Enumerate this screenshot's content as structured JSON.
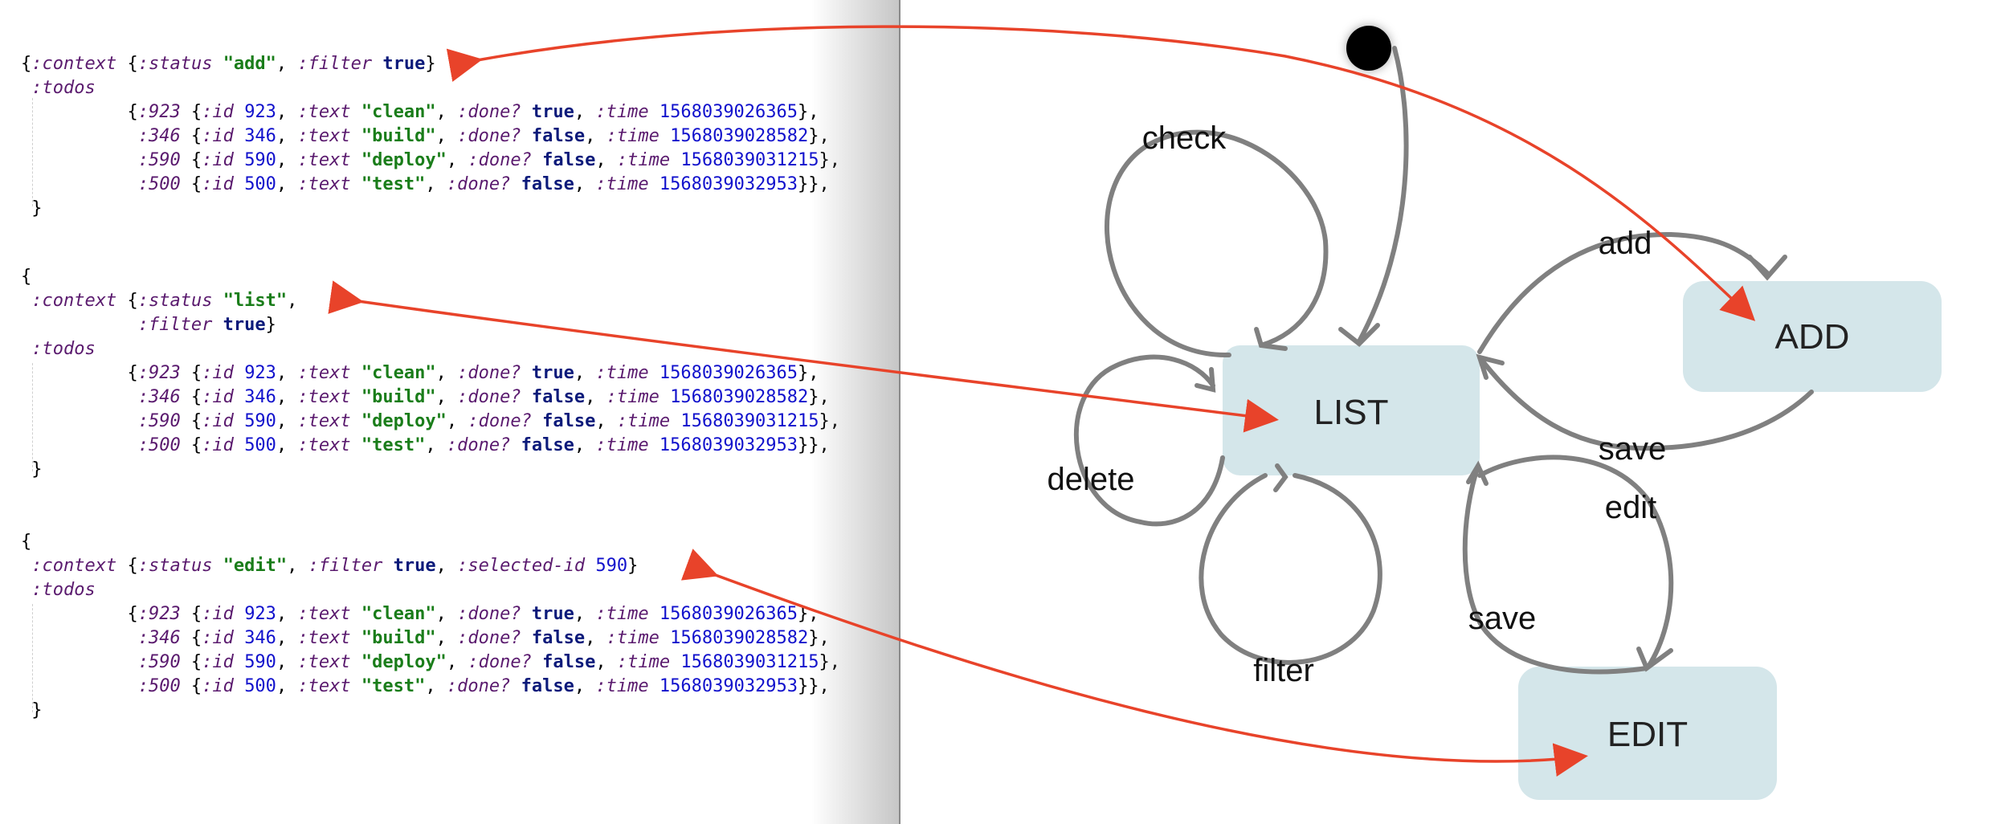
{
  "code_blocks": [
    {
      "name": "add",
      "lines": [
        [
          [
            "p",
            "{"
          ],
          [
            "k",
            ":context"
          ],
          [
            "p",
            " {"
          ],
          [
            "k",
            ":status"
          ],
          [
            "p",
            " "
          ],
          [
            "s",
            "\"add\""
          ],
          [
            "p",
            ", "
          ],
          [
            "k",
            ":filter"
          ],
          [
            "p",
            " "
          ],
          [
            "b",
            "true"
          ],
          [
            "p",
            "}"
          ]
        ],
        [
          [
            "p",
            " "
          ],
          [
            "k",
            ":todos"
          ]
        ],
        [
          [
            "p",
            "          {"
          ],
          [
            "k",
            ":923"
          ],
          [
            "p",
            " {"
          ],
          [
            "k",
            ":id"
          ],
          [
            "p",
            " "
          ],
          [
            "n",
            "923"
          ],
          [
            "p",
            ", "
          ],
          [
            "k",
            ":text"
          ],
          [
            "p",
            " "
          ],
          [
            "s",
            "\"clean\""
          ],
          [
            "p",
            ", "
          ],
          [
            "k",
            ":done?"
          ],
          [
            "p",
            " "
          ],
          [
            "b",
            "true"
          ],
          [
            "p",
            ", "
          ],
          [
            "k",
            ":time"
          ],
          [
            "p",
            " "
          ],
          [
            "n",
            "1568039026365"
          ],
          [
            "p",
            "},"
          ]
        ],
        [
          [
            "p",
            "           "
          ],
          [
            "k",
            ":346"
          ],
          [
            "p",
            " {"
          ],
          [
            "k",
            ":id"
          ],
          [
            "p",
            " "
          ],
          [
            "n",
            "346"
          ],
          [
            "p",
            ", "
          ],
          [
            "k",
            ":text"
          ],
          [
            "p",
            " "
          ],
          [
            "s",
            "\"build\""
          ],
          [
            "p",
            ", "
          ],
          [
            "k",
            ":done?"
          ],
          [
            "p",
            " "
          ],
          [
            "b",
            "false"
          ],
          [
            "p",
            ", "
          ],
          [
            "k",
            ":time"
          ],
          [
            "p",
            " "
          ],
          [
            "n",
            "1568039028582"
          ],
          [
            "p",
            "},"
          ]
        ],
        [
          [
            "p",
            "           "
          ],
          [
            "k",
            ":590"
          ],
          [
            "p",
            " {"
          ],
          [
            "k",
            ":id"
          ],
          [
            "p",
            " "
          ],
          [
            "n",
            "590"
          ],
          [
            "p",
            ", "
          ],
          [
            "k",
            ":text"
          ],
          [
            "p",
            " "
          ],
          [
            "s",
            "\"deploy\""
          ],
          [
            "p",
            ", "
          ],
          [
            "k",
            ":done?"
          ],
          [
            "p",
            " "
          ],
          [
            "b",
            "false"
          ],
          [
            "p",
            ", "
          ],
          [
            "k",
            ":time"
          ],
          [
            "p",
            " "
          ],
          [
            "n",
            "1568039031215"
          ],
          [
            "p",
            "},"
          ]
        ],
        [
          [
            "p",
            "           "
          ],
          [
            "k",
            ":500"
          ],
          [
            "p",
            " {"
          ],
          [
            "k",
            ":id"
          ],
          [
            "p",
            " "
          ],
          [
            "n",
            "500"
          ],
          [
            "p",
            ", "
          ],
          [
            "k",
            ":text"
          ],
          [
            "p",
            " "
          ],
          [
            "s",
            "\"test\""
          ],
          [
            "p",
            ", "
          ],
          [
            "k",
            ":done?"
          ],
          [
            "p",
            " "
          ],
          [
            "b",
            "false"
          ],
          [
            "p",
            ", "
          ],
          [
            "k",
            ":time"
          ],
          [
            "p",
            " "
          ],
          [
            "n",
            "1568039032953"
          ],
          [
            "p",
            "}},"
          ]
        ],
        [
          [
            "p",
            " }"
          ]
        ]
      ]
    },
    {
      "name": "list",
      "lines": [
        [
          [
            "p",
            "{"
          ]
        ],
        [
          [
            "p",
            " "
          ],
          [
            "k",
            ":context"
          ],
          [
            "p",
            " {"
          ],
          [
            "k",
            ":status"
          ],
          [
            "p",
            " "
          ],
          [
            "s",
            "\"list\""
          ],
          [
            "p",
            ","
          ]
        ],
        [
          [
            "p",
            "           "
          ],
          [
            "k",
            ":filter"
          ],
          [
            "p",
            " "
          ],
          [
            "b",
            "true"
          ],
          [
            "p",
            "}"
          ]
        ],
        [
          [
            "p",
            " "
          ],
          [
            "k",
            ":todos"
          ]
        ],
        [
          [
            "p",
            "          {"
          ],
          [
            "k",
            ":923"
          ],
          [
            "p",
            " {"
          ],
          [
            "k",
            ":id"
          ],
          [
            "p",
            " "
          ],
          [
            "n",
            "923"
          ],
          [
            "p",
            ", "
          ],
          [
            "k",
            ":text"
          ],
          [
            "p",
            " "
          ],
          [
            "s",
            "\"clean\""
          ],
          [
            "p",
            ", "
          ],
          [
            "k",
            ":done?"
          ],
          [
            "p",
            " "
          ],
          [
            "b",
            "true"
          ],
          [
            "p",
            ", "
          ],
          [
            "k",
            ":time"
          ],
          [
            "p",
            " "
          ],
          [
            "n",
            "1568039026365"
          ],
          [
            "p",
            "},"
          ]
        ],
        [
          [
            "p",
            "           "
          ],
          [
            "k",
            ":346"
          ],
          [
            "p",
            " {"
          ],
          [
            "k",
            ":id"
          ],
          [
            "p",
            " "
          ],
          [
            "n",
            "346"
          ],
          [
            "p",
            ", "
          ],
          [
            "k",
            ":text"
          ],
          [
            "p",
            " "
          ],
          [
            "s",
            "\"build\""
          ],
          [
            "p",
            ", "
          ],
          [
            "k",
            ":done?"
          ],
          [
            "p",
            " "
          ],
          [
            "b",
            "false"
          ],
          [
            "p",
            ", "
          ],
          [
            "k",
            ":time"
          ],
          [
            "p",
            " "
          ],
          [
            "n",
            "1568039028582"
          ],
          [
            "p",
            "},"
          ]
        ],
        [
          [
            "p",
            "           "
          ],
          [
            "k",
            ":590"
          ],
          [
            "p",
            " {"
          ],
          [
            "k",
            ":id"
          ],
          [
            "p",
            " "
          ],
          [
            "n",
            "590"
          ],
          [
            "p",
            ", "
          ],
          [
            "k",
            ":text"
          ],
          [
            "p",
            " "
          ],
          [
            "s",
            "\"deploy\""
          ],
          [
            "p",
            ", "
          ],
          [
            "k",
            ":done?"
          ],
          [
            "p",
            " "
          ],
          [
            "b",
            "false"
          ],
          [
            "p",
            ", "
          ],
          [
            "k",
            ":time"
          ],
          [
            "p",
            " "
          ],
          [
            "n",
            "1568039031215"
          ],
          [
            "p",
            "},"
          ]
        ],
        [
          [
            "p",
            "           "
          ],
          [
            "k",
            ":500"
          ],
          [
            "p",
            " {"
          ],
          [
            "k",
            ":id"
          ],
          [
            "p",
            " "
          ],
          [
            "n",
            "500"
          ],
          [
            "p",
            ", "
          ],
          [
            "k",
            ":text"
          ],
          [
            "p",
            " "
          ],
          [
            "s",
            "\"test\""
          ],
          [
            "p",
            ", "
          ],
          [
            "k",
            ":done?"
          ],
          [
            "p",
            " "
          ],
          [
            "b",
            "false"
          ],
          [
            "p",
            ", "
          ],
          [
            "k",
            ":time"
          ],
          [
            "p",
            " "
          ],
          [
            "n",
            "1568039032953"
          ],
          [
            "p",
            "}},"
          ]
        ],
        [
          [
            "p",
            " }"
          ]
        ]
      ]
    },
    {
      "name": "edit",
      "lines": [
        [
          [
            "p",
            "{"
          ]
        ],
        [
          [
            "p",
            " "
          ],
          [
            "k",
            ":context"
          ],
          [
            "p",
            " {"
          ],
          [
            "k",
            ":status"
          ],
          [
            "p",
            " "
          ],
          [
            "s",
            "\"edit\""
          ],
          [
            "p",
            ", "
          ],
          [
            "k",
            ":filter"
          ],
          [
            "p",
            " "
          ],
          [
            "b",
            "true"
          ],
          [
            "p",
            ", "
          ],
          [
            "k",
            ":selected-id"
          ],
          [
            "p",
            " "
          ],
          [
            "n",
            "590"
          ],
          [
            "p",
            "}"
          ]
        ],
        [
          [
            "p",
            " "
          ],
          [
            "k",
            ":todos"
          ]
        ],
        [
          [
            "p",
            "          {"
          ],
          [
            "k",
            ":923"
          ],
          [
            "p",
            " {"
          ],
          [
            "k",
            ":id"
          ],
          [
            "p",
            " "
          ],
          [
            "n",
            "923"
          ],
          [
            "p",
            ", "
          ],
          [
            "k",
            ":text"
          ],
          [
            "p",
            " "
          ],
          [
            "s",
            "\"clean\""
          ],
          [
            "p",
            ", "
          ],
          [
            "k",
            ":done?"
          ],
          [
            "p",
            " "
          ],
          [
            "b",
            "true"
          ],
          [
            "p",
            ", "
          ],
          [
            "k",
            ":time"
          ],
          [
            "p",
            " "
          ],
          [
            "n",
            "1568039026365"
          ],
          [
            "p",
            "},"
          ]
        ],
        [
          [
            "p",
            "           "
          ],
          [
            "k",
            ":346"
          ],
          [
            "p",
            " {"
          ],
          [
            "k",
            ":id"
          ],
          [
            "p",
            " "
          ],
          [
            "n",
            "346"
          ],
          [
            "p",
            ", "
          ],
          [
            "k",
            ":text"
          ],
          [
            "p",
            " "
          ],
          [
            "s",
            "\"build\""
          ],
          [
            "p",
            ", "
          ],
          [
            "k",
            ":done?"
          ],
          [
            "p",
            " "
          ],
          [
            "b",
            "false"
          ],
          [
            "p",
            ", "
          ],
          [
            "k",
            ":time"
          ],
          [
            "p",
            " "
          ],
          [
            "n",
            "1568039028582"
          ],
          [
            "p",
            "},"
          ]
        ],
        [
          [
            "p",
            "           "
          ],
          [
            "k",
            ":590"
          ],
          [
            "p",
            " {"
          ],
          [
            "k",
            ":id"
          ],
          [
            "p",
            " "
          ],
          [
            "n",
            "590"
          ],
          [
            "p",
            ", "
          ],
          [
            "k",
            ":text"
          ],
          [
            "p",
            " "
          ],
          [
            "s",
            "\"deploy\""
          ],
          [
            "p",
            ", "
          ],
          [
            "k",
            ":done?"
          ],
          [
            "p",
            " "
          ],
          [
            "b",
            "false"
          ],
          [
            "p",
            ", "
          ],
          [
            "k",
            ":time"
          ],
          [
            "p",
            " "
          ],
          [
            "n",
            "1568039031215"
          ],
          [
            "p",
            "},"
          ]
        ],
        [
          [
            "p",
            "           "
          ],
          [
            "k",
            ":500"
          ],
          [
            "p",
            " {"
          ],
          [
            "k",
            ":id"
          ],
          [
            "p",
            " "
          ],
          [
            "n",
            "500"
          ],
          [
            "p",
            ", "
          ],
          [
            "k",
            ":text"
          ],
          [
            "p",
            " "
          ],
          [
            "s",
            "\"test\""
          ],
          [
            "p",
            ", "
          ],
          [
            "k",
            ":done?"
          ],
          [
            "p",
            " "
          ],
          [
            "b",
            "false"
          ],
          [
            "p",
            ", "
          ],
          [
            "k",
            ":time"
          ],
          [
            "p",
            " "
          ],
          [
            "n",
            "1568039032953"
          ],
          [
            "p",
            "}},"
          ]
        ],
        [
          [
            "p",
            " }"
          ]
        ]
      ]
    }
  ],
  "diagram": {
    "nodes": {
      "list": "LIST",
      "add": "ADD",
      "edit": "EDIT"
    },
    "transitions": {
      "check": "check",
      "delete": "delete",
      "filter": "filter",
      "add": "add",
      "save_add": "save",
      "edit": "edit",
      "save_edit": "save"
    }
  },
  "colors": {
    "node_fill": "#d4e6ea",
    "edge": "#808080",
    "annotation_arrow": "#e8432a",
    "initial_state": "#000000",
    "keyword": "#5a1a6e",
    "string": "#1a7d1a",
    "number": "#1111cc",
    "boolean": "#0b1a7a"
  }
}
